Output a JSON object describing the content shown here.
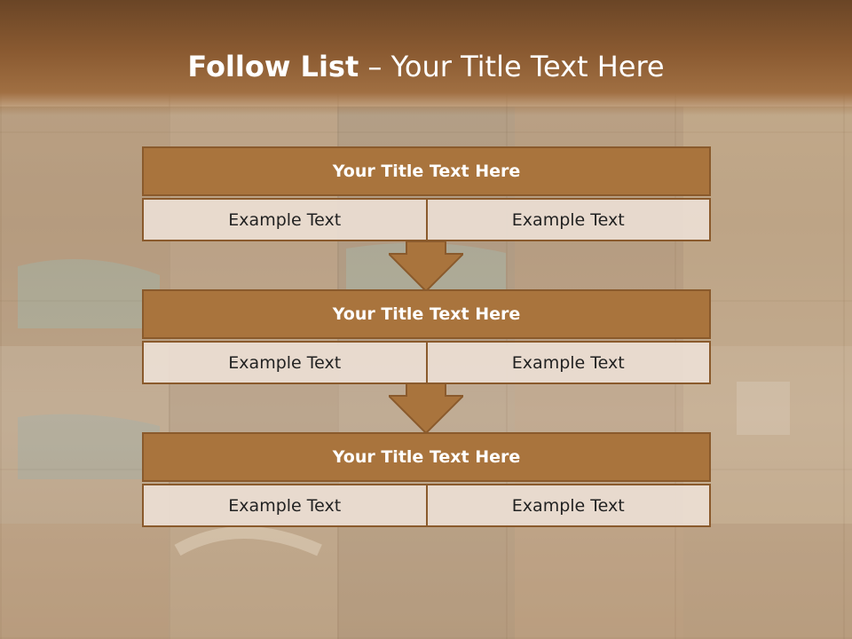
{
  "header": {
    "title_bold": "Follow List",
    "title_rest": " – Your Title Text Here"
  },
  "rows": [
    {
      "title": "Your Title Text Here",
      "left": "Example Text",
      "right": "Example Text"
    },
    {
      "title": "Your Title Text Here",
      "left": "Example Text",
      "right": "Example Text"
    },
    {
      "title": "Your Title Text Here",
      "left": "Example Text",
      "right": "Example Text"
    }
  ],
  "colors": {
    "header_dark": "#6a4526",
    "title_bar": "#a9743d",
    "border": "#8a5a2c",
    "cell_bg": "#ebded4",
    "arrow": "#a9743d"
  }
}
